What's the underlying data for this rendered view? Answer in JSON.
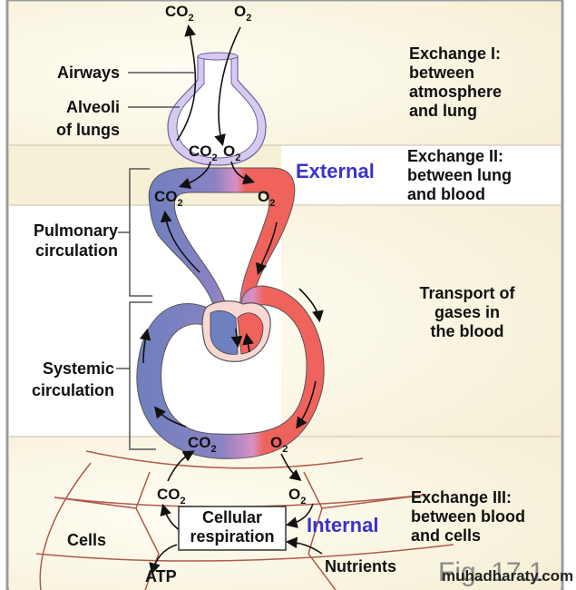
{
  "figure": {
    "left_labels": {
      "airways": "Airways",
      "alveoli_line1": "Alveoli",
      "alveoli_line2": "of lungs",
      "pulmonary_line1": "Pulmonary",
      "pulmonary_line2": "circulation",
      "systemic_line1": "Systemic",
      "systemic_line2": "circulation",
      "cells": "Cells"
    },
    "right_labels": {
      "exchange1": [
        "Exchange I:",
        "between",
        "atmosphere",
        "and lung"
      ],
      "exchange2": [
        "Exchange II:",
        "between lung",
        "and blood"
      ],
      "transport": [
        "Transport of",
        "gases in",
        "the blood"
      ],
      "exchange3": [
        "Exchange III:",
        "between blood",
        "and cells"
      ]
    },
    "category_labels": {
      "external": "External",
      "internal": "Internal"
    },
    "gases": {
      "co2": "CO",
      "o2": "O",
      "subscript": "2"
    },
    "process_box": {
      "line1": "Cellular",
      "line2": "respiration"
    },
    "outputs": {
      "atp": "ATP",
      "nutrients": "Nutrients"
    },
    "figure_label": "Fig. 17.1",
    "watermark": "muhadharaty.com",
    "colors": {
      "band_tan": "#f7f1d8",
      "band_white": "#ffffff",
      "deoxygenated": "#6f80bf",
      "oxygenated": "#f0625c",
      "mixing": "#c98ac0",
      "alveolus": "#c7b9e6",
      "external_internal_text": "#3a33c8",
      "cell_border": "#b05a4a"
    }
  }
}
